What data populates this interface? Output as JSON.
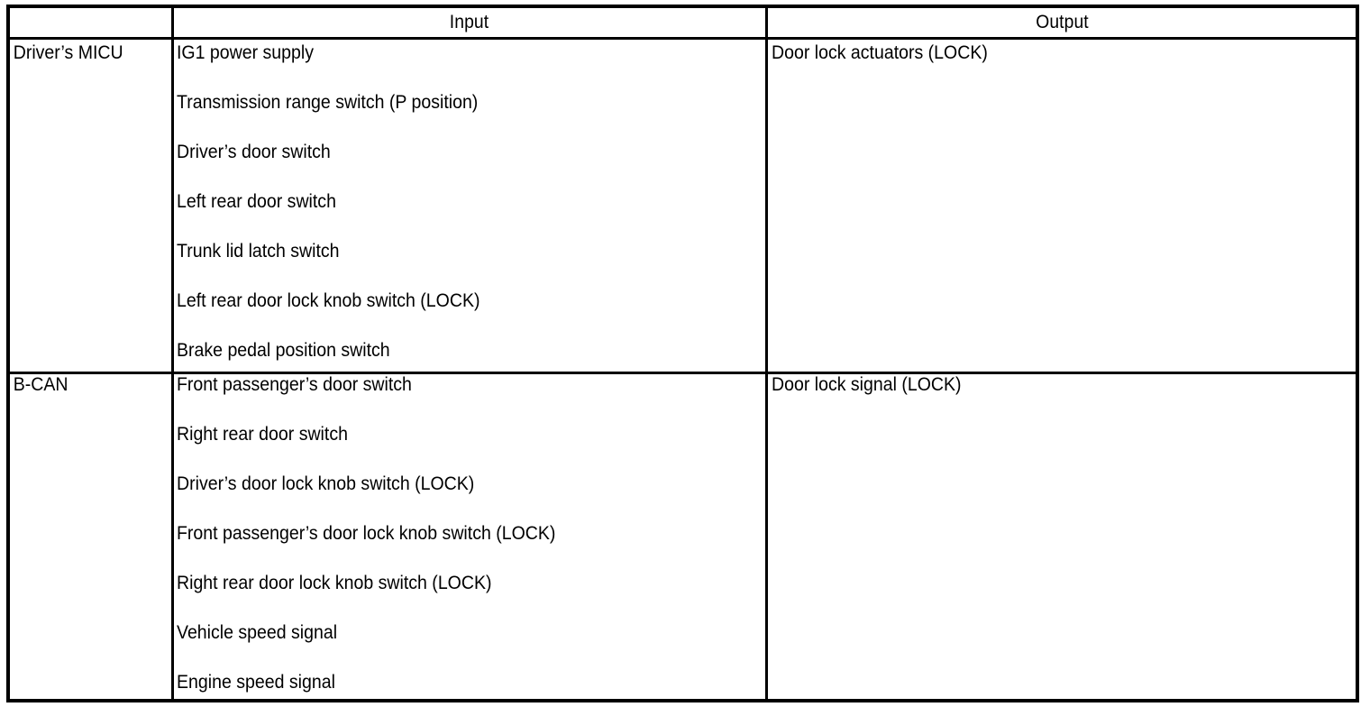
{
  "table": {
    "columns": [
      "",
      "Input",
      "Output"
    ],
    "sections": [
      {
        "label": "Driver’s MICU",
        "inputs": [
          "IG1 power supply",
          "Transmission range switch (P position)",
          "Driver’s door switch",
          "Left rear door switch",
          "Trunk lid latch switch",
          "Left rear door lock knob switch (LOCK)",
          "Brake pedal position switch"
        ],
        "output": "Door lock actuators (LOCK)"
      },
      {
        "label": "B-CAN",
        "inputs": [
          "Front passenger’s door switch",
          "Right rear door switch",
          "Driver’s door lock knob switch (LOCK)",
          "Front passenger’s door lock knob switch (LOCK)",
          "Right rear door lock knob switch (LOCK)",
          "Vehicle speed signal",
          "Engine speed signal"
        ],
        "output": "Door lock signal (LOCK)"
      }
    ]
  },
  "colors": {
    "border": "#000000",
    "text": "#000000",
    "background": "#ffffff"
  }
}
